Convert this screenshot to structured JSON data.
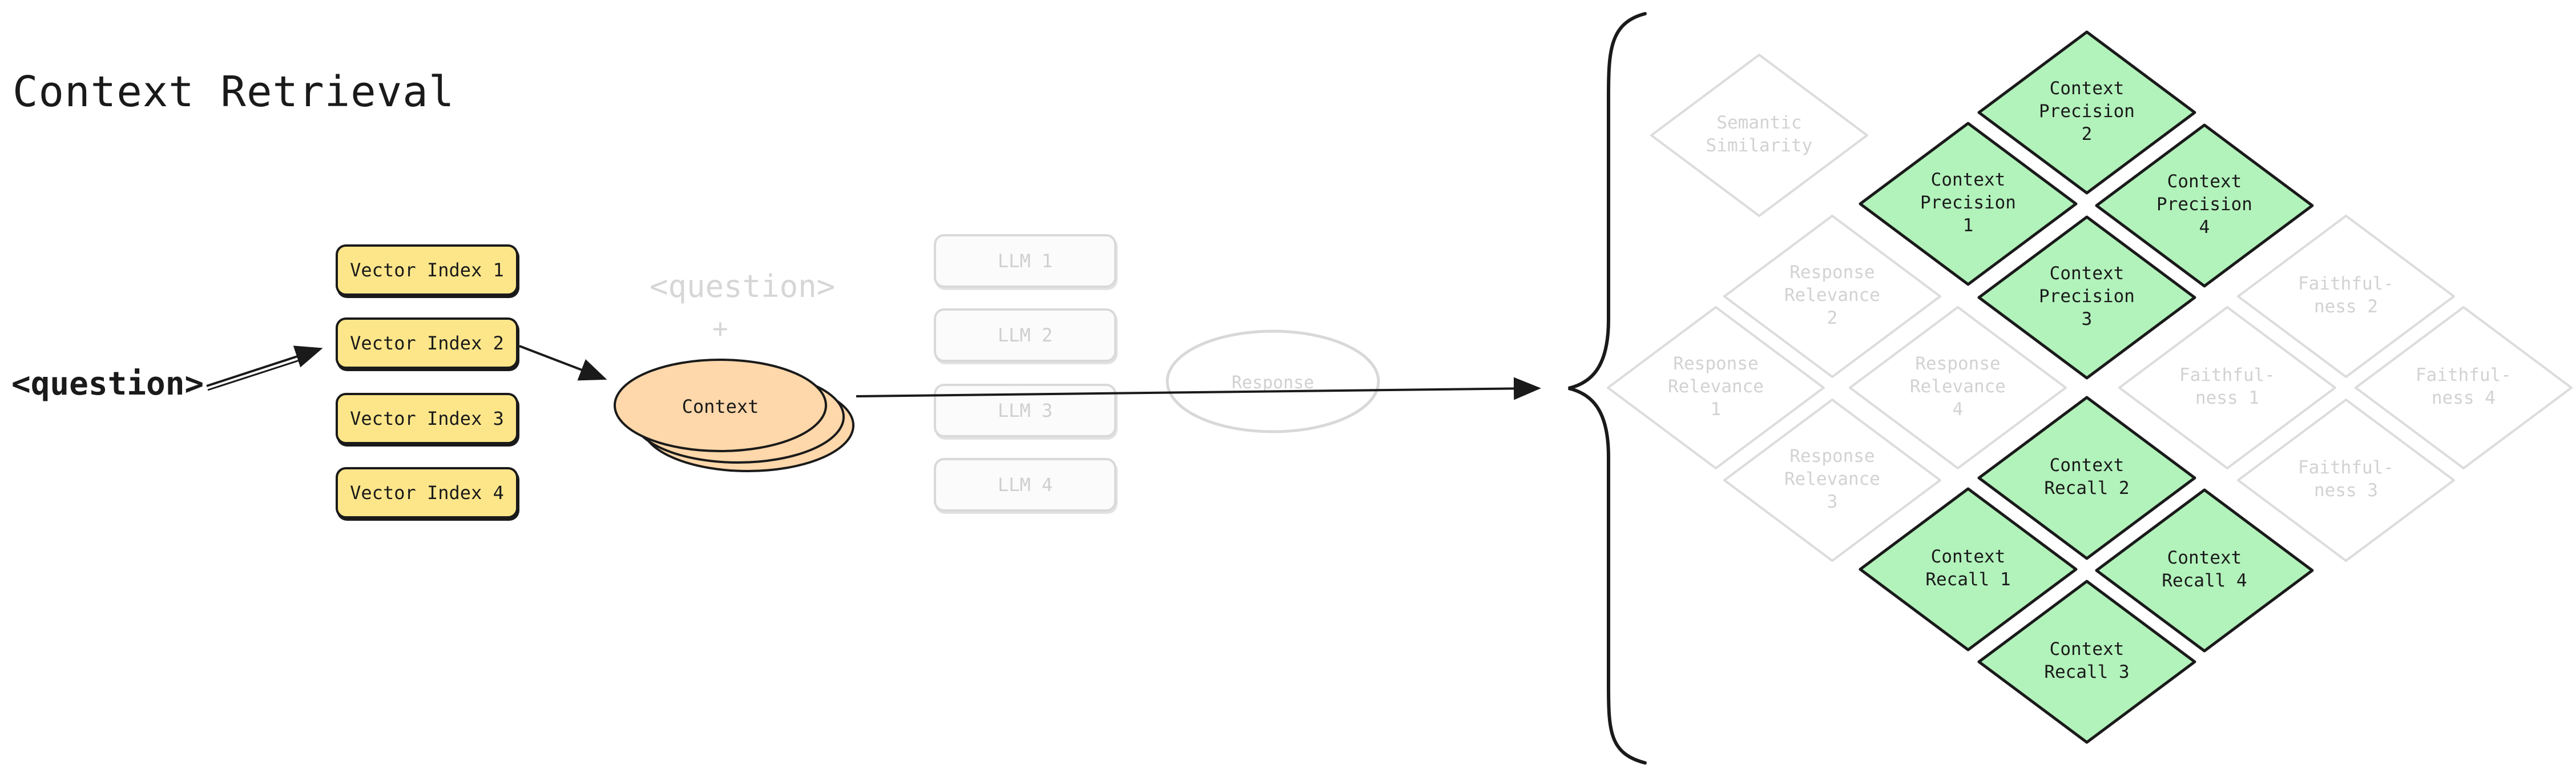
{
  "title": "Context Retrieval",
  "question_label": "<question>",
  "vector_indexes": [
    "Vector Index 1",
    "Vector Index 2",
    "Vector Index 3",
    "Vector Index 4"
  ],
  "question_faded": "<question>",
  "plus_sign": "+",
  "context_label": "Context",
  "llms": [
    "LLM 1",
    "LLM 2",
    "LLM 3",
    "LLM 4"
  ],
  "response_label": "Response",
  "metrics": [
    {
      "lines": [
        "Semantic",
        "Similarity"
      ],
      "active": false
    },
    {
      "lines": [
        "Context",
        "Precision",
        "2"
      ],
      "active": true
    },
    {
      "lines": [
        "Context",
        "Precision",
        "1"
      ],
      "active": true
    },
    {
      "lines": [
        "Context",
        "Precision",
        "4"
      ],
      "active": true
    },
    {
      "lines": [
        "Response",
        "Relevance",
        "2"
      ],
      "active": false
    },
    {
      "lines": [
        "Context",
        "Precision",
        "3"
      ],
      "active": true
    },
    {
      "lines": [
        "Faithful-",
        "ness 2"
      ],
      "active": false
    },
    {
      "lines": [
        "Response",
        "Relevance",
        "1"
      ],
      "active": false
    },
    {
      "lines": [
        "Response",
        "Relevance",
        "4"
      ],
      "active": false
    },
    {
      "lines": [
        "Faithful-",
        "ness 1"
      ],
      "active": false
    },
    {
      "lines": [
        "Faithful-",
        "ness 4"
      ],
      "active": false
    },
    {
      "lines": [
        "Context",
        "Recall 2"
      ],
      "active": true
    },
    {
      "lines": [
        "Response",
        "Relevance",
        "3"
      ],
      "active": false
    },
    {
      "lines": [
        "Faithful-",
        "ness 3"
      ],
      "active": false
    },
    {
      "lines": [
        "Context",
        "Recall 1"
      ],
      "active": true
    },
    {
      "lines": [
        "Context",
        "Recall 4"
      ],
      "active": true
    },
    {
      "lines": [
        "Context",
        "Recall 3"
      ],
      "active": true
    }
  ],
  "colors": {
    "vector_fill": "#fde68a",
    "context_fill": "#fed7aa",
    "metric_active_fill": "#b2f2bb",
    "metric_inactive_stroke": "#dcdcdc",
    "ink": "#1a1a1a"
  }
}
